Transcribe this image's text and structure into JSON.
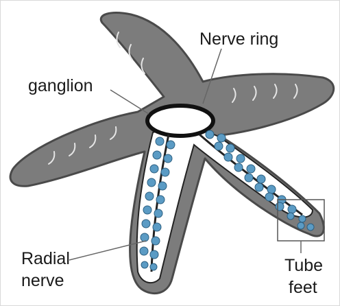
{
  "labels": {
    "nerve_ring": "Nerve ring",
    "ganglion": "ganglion",
    "radial_nerve": [
      "Radial",
      "nerve"
    ],
    "tube_feet": [
      "Tube",
      "feet"
    ]
  },
  "colors": {
    "body": "#7c7c7c",
    "body_outline": "#4a4a4a",
    "tube_feet": "#5b9bc4",
    "nerve": "#222222"
  }
}
